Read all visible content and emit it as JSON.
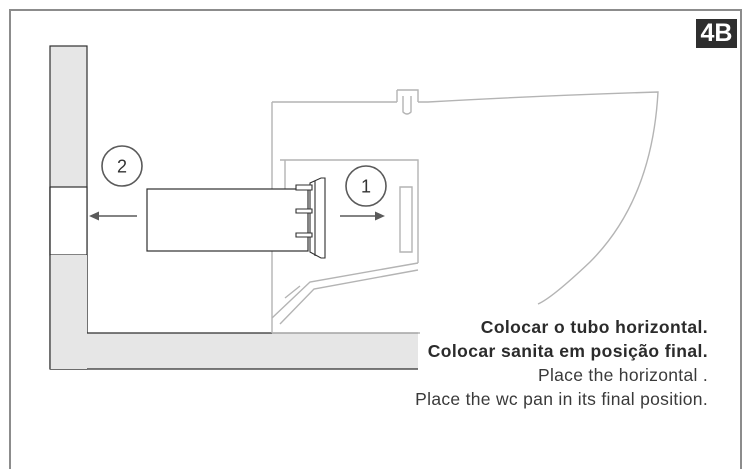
{
  "badge": {
    "label": "4B"
  },
  "steps": [
    {
      "number": "1"
    },
    {
      "number": "2"
    }
  ],
  "caption": {
    "pt_line1": "Colocar o tubo horizontal.",
    "pt_line2": "Colocar sanita em posição final.",
    "en_line1": "Place the horizontal .",
    "en_line2": "Place the wc pan in its final position."
  }
}
